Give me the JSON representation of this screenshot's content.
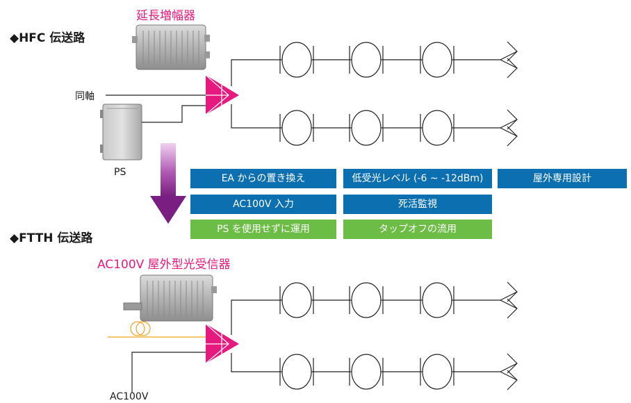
{
  "hfc": {
    "heading": "◆HFC 伝送路",
    "device_title": "延長増幅器",
    "coax_label": "同軸",
    "ps_label": "PS"
  },
  "ftth": {
    "heading": "◆FTTH 伝送路",
    "device_title": "AC100V 屋外型光受信器",
    "power_label": "AC100V"
  },
  "features": {
    "blue": [
      "EA からの置き換え",
      "AC100V 入力",
      "低受光レベル (-6 ~ -12dBm)",
      "死活監視",
      "屋外専用設計"
    ],
    "green": [
      "PS を使用せずに運用",
      "タップオフの流用"
    ]
  },
  "colors": {
    "accent_pink": "#e5197e",
    "box_blue": "#0b6fb0",
    "box_green": "#6cbd45",
    "arrow_purple": "#8b2a8e",
    "fiber_orange": "#f2a323"
  }
}
